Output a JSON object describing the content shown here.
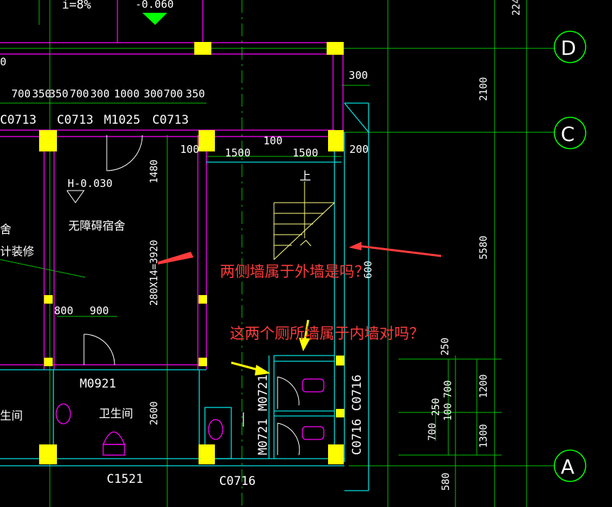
{
  "top": {
    "slope": "i=8%",
    "level": "-0.060",
    "zero": "0"
  },
  "axes": {
    "d": "D",
    "c": "C",
    "a": "A"
  },
  "top_dims": [
    "700",
    "350",
    "350",
    "700",
    "300",
    "1000",
    "300",
    "700",
    "350"
  ],
  "windows_top": [
    "C0713",
    "C0713",
    "M1025",
    "C0713"
  ],
  "dims_misc": {
    "d300": "300",
    "d100a": "100",
    "d1500a": "1500",
    "d100b": "100",
    "d1500b": "1500",
    "d200": "200",
    "d1480": "1480",
    "d800": "800",
    "d900": "900",
    "d3920": "280X14=3920",
    "d2600": "2600",
    "d250": "250",
    "d600": "600",
    "d700a": "700",
    "d250b": "250",
    "d100c": "100",
    "d700b": "700",
    "d1200": "1200",
    "d1300": "1300",
    "d580": "580",
    "r2100": "2100",
    "r5580": "5580",
    "r224": "224"
  },
  "labels": {
    "h_level": "H-0.030",
    "dorm": "无障碍宿舍",
    "left1": "舍",
    "left2": "计装修",
    "up": "上",
    "m0921": "M0921",
    "toilet": "卫生间",
    "toilet_left": "生间",
    "m0721a": "M0721",
    "m0721b": "M0721",
    "c0716a": "C0716",
    "c0716b": "C0716",
    "c1521": "C1521",
    "c0716c": "C0716"
  },
  "questions": {
    "q1": "两侧墙属于外墙是吗？",
    "q2": "这两个厕所墙属于内墙对吗？"
  },
  "colors": {
    "wall": "#ff00ff",
    "column": "#ffff00",
    "axis": "#00ff00",
    "wall2": "#00ffff",
    "note": "#ff3b3b",
    "arrow": "#ffff00"
  }
}
